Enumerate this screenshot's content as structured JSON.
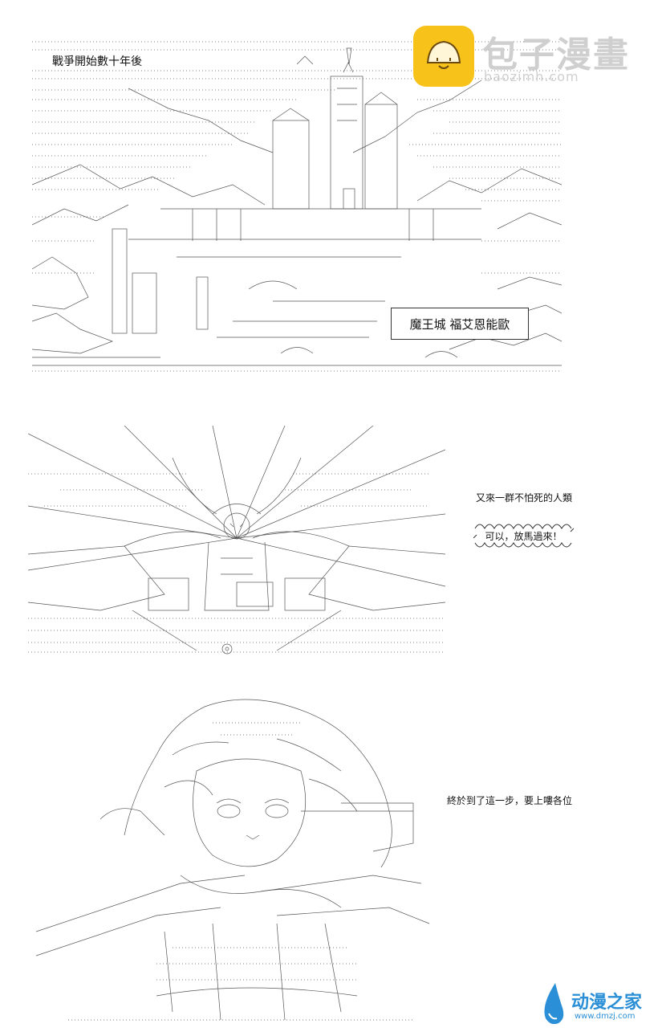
{
  "panel1": {
    "title": "戰爭開始數十年後",
    "label_box": "魔王城 福艾恩能歐"
  },
  "panel2": {
    "bubble": {
      "line1": "又來一群不怕死的人類",
      "line2": "可以，放馬過來！"
    }
  },
  "panel3": {
    "caption": "終於到了這一步，要上嘍各位"
  },
  "watermark_top": {
    "text": "包子漫畫",
    "url": "baozimh.com"
  },
  "watermark_bottom": {
    "text": "动漫之家",
    "url": "www.dmzj.com"
  },
  "colors": {
    "ink": "#222222",
    "logo_yellow": "#f7c21a",
    "logo_grey": "#cfcfcf",
    "dmzj_blue": "#2a8fd6"
  }
}
